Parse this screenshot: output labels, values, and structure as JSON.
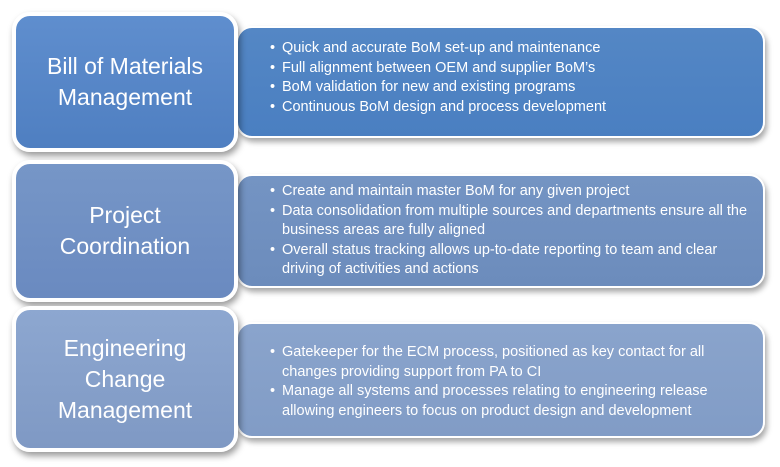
{
  "rows": [
    {
      "title_lines": [
        "Bill of Materials",
        "Management"
      ],
      "bullets": [
        "Quick and accurate BoM set-up and maintenance",
        "Full alignment between OEM and supplier BoM’s",
        "BoM validation for new and existing programs",
        "Continuous BoM design and process development"
      ]
    },
    {
      "title_lines": [
        "Project",
        "Coordination"
      ],
      "bullets": [
        "Create and maintain master BoM for any given project",
        "Data consolidation from multiple sources and departments ensure all the business areas are fully aligned",
        "Overall status tracking allows up-to-date reporting to team and clear driving of activities and actions"
      ]
    },
    {
      "title_lines": [
        "Engineering",
        "Change",
        "Management"
      ],
      "bullets": [
        "Gatekeeper for the ECM process, positioned as key contact for all changes providing support from PA to CI",
        "Manage all systems and processes relating to engineering release allowing engineers to focus on product design and development"
      ]
    }
  ]
}
